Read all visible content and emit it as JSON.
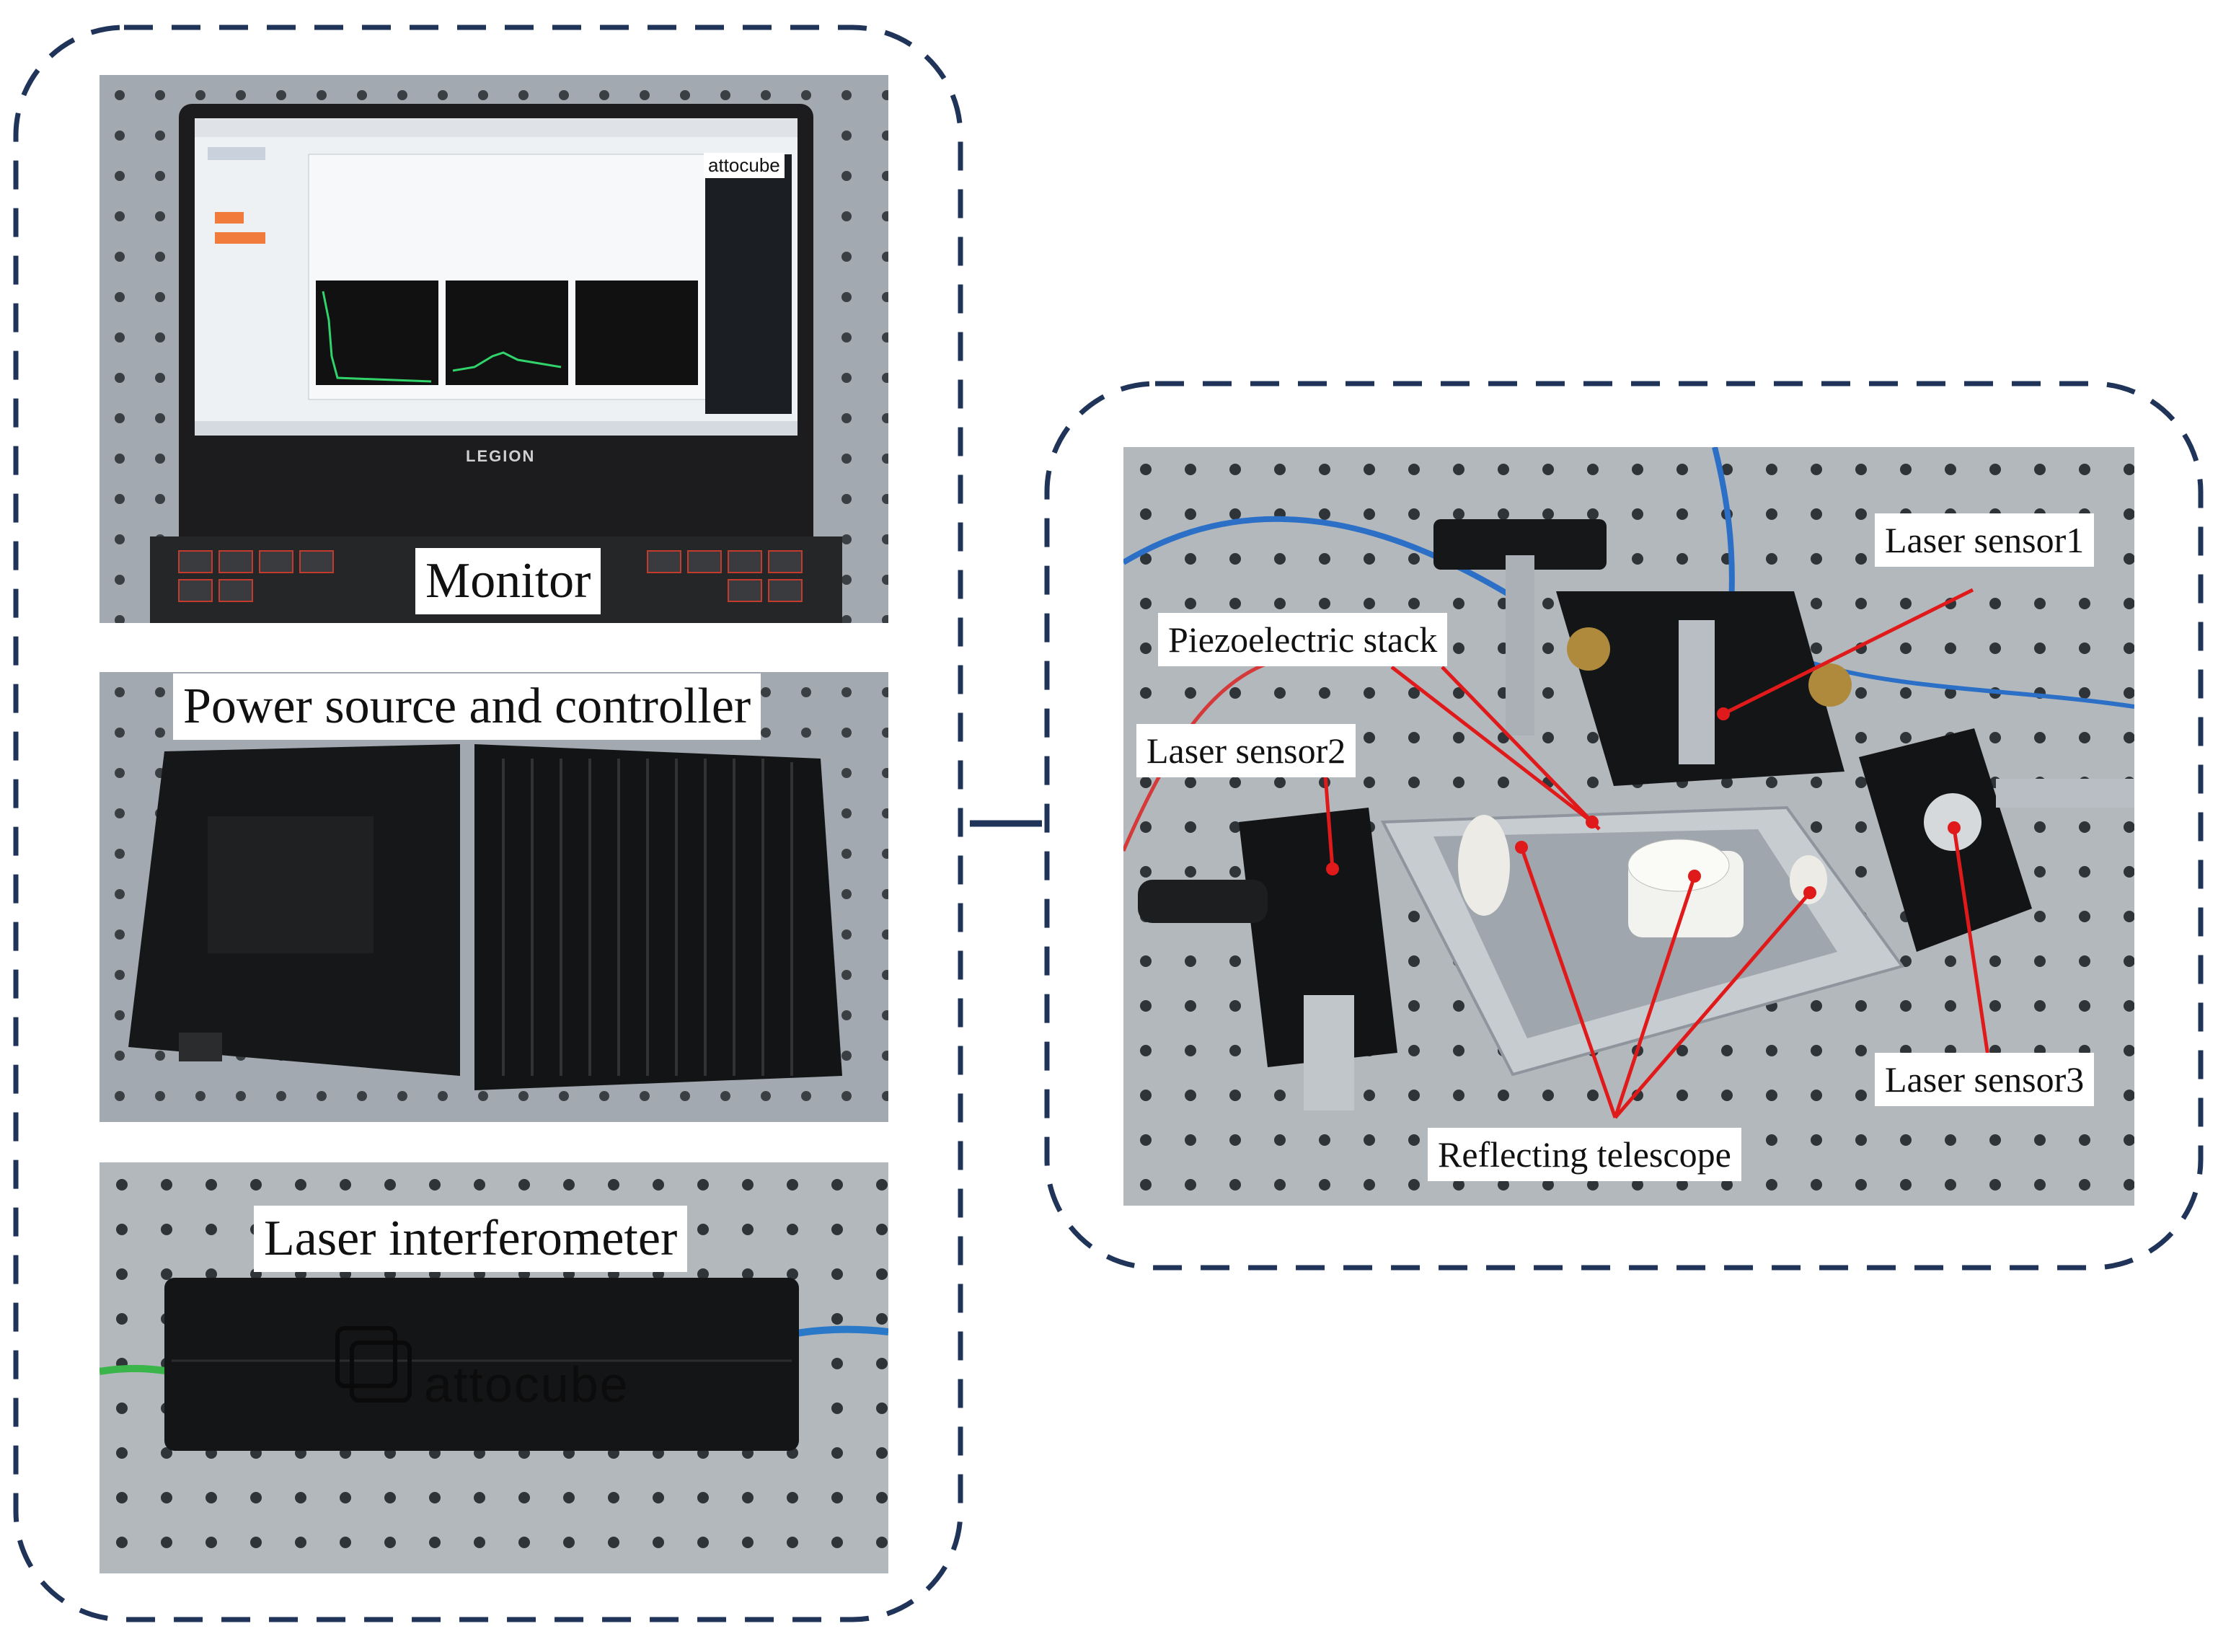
{
  "left_panel": {
    "monitor_label": "Monitor",
    "power_label": "Power source and controller",
    "interferometer_label": "Laser interferometer",
    "screen_brand": "attocube",
    "laptop_brand": "LEGION",
    "device_brand": "attocube"
  },
  "right_panel": {
    "labels": {
      "laser_sensor1": "Laser sensor1",
      "piezo_stack": "Piezoelectric stack",
      "laser_sensor2": "Laser sensor2",
      "laser_sensor3": "Laser sensor3",
      "reflecting_telescope": "Reflecting telescope"
    }
  },
  "colors": {
    "frame_dash": "#1f3458",
    "connector": "#1f3458",
    "leader_lines": "#e01a1a",
    "optical_table": "#a7adb3",
    "table_holes": "#3a3f44"
  }
}
